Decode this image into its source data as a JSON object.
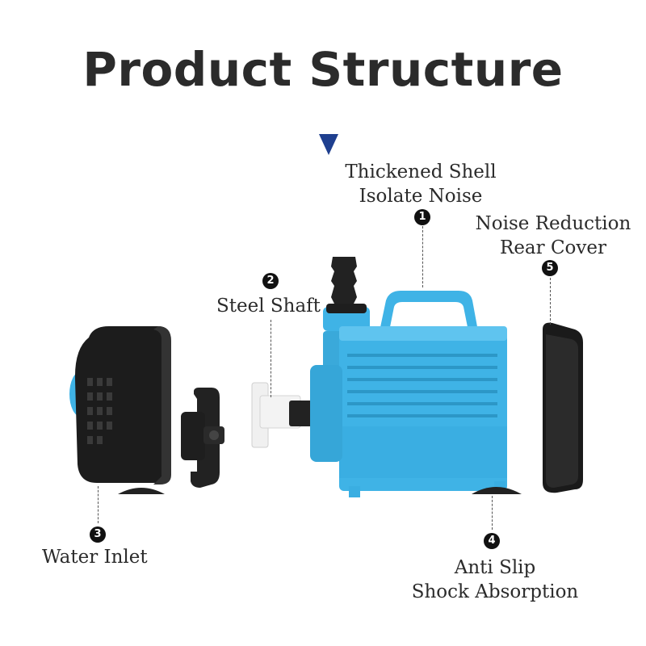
{
  "title": "Product Structure",
  "callouts": [
    {
      "number": "1",
      "line1": "Thickened Shell",
      "line2": "Isolate Noise"
    },
    {
      "number": "2",
      "line1": "Steel Shaft"
    },
    {
      "number": "3",
      "line1": "Water Inlet"
    },
    {
      "number": "4",
      "line1": "Anti Slip",
      "line2": "Shock Absorption"
    },
    {
      "number": "5",
      "line1": "Noise Reduction",
      "line2": "Rear Cover"
    }
  ],
  "colors": {
    "accent": "#1f3f8f",
    "pump_body": "#3fb3e6",
    "cover": "#1a1a1a",
    "impeller": "#f2f2f2"
  }
}
